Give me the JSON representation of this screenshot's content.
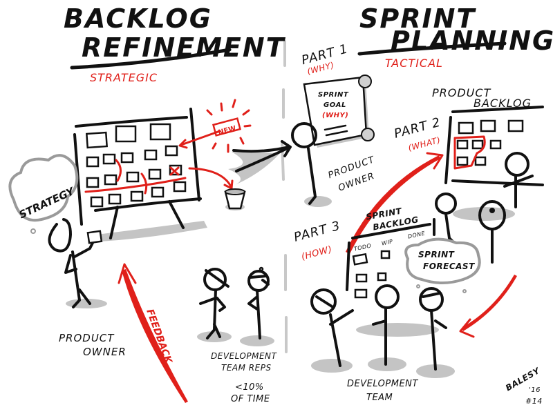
{
  "left": {
    "title_line1": "BACKLOG",
    "title_line2": "REFINEMENT",
    "subtitle": "STRATEGIC",
    "new_tag": "NEW",
    "strategy_cloud": "STRATEGY",
    "product_owner_line1": "PRODUCT",
    "product_owner_line2": "OWNER",
    "feedback_label": "FEEDBACK"
  },
  "middle": {
    "dev_reps_line1": "DEVELOPMENT",
    "dev_reps_line2": "TEAM REPS",
    "time_line1": "<10%",
    "time_line2": "OF TIME"
  },
  "right": {
    "title_line1": "SPRINT",
    "title_line2": "PLANNING",
    "subtitle": "TACTICAL",
    "part1": {
      "label": "PART 1",
      "sub": "(WHY)"
    },
    "part2": {
      "label": "PART 2",
      "sub": "(WHAT)"
    },
    "part3": {
      "label": "PART 3",
      "sub": "(HOW)"
    },
    "scroll_line1": "SPRINT",
    "scroll_line2": "GOAL",
    "scroll_line3": "(WHY)",
    "product_owner_line1": "PRODUCT",
    "product_owner_line2": "OWNER",
    "product_backlog_line1": "PRODUCT",
    "product_backlog_line2": "BACKLOG",
    "sprint_backlog_line1": "SPRINT",
    "sprint_backlog_line2": "BACKLOG",
    "columns": [
      "TODO",
      "WIP",
      "DONE"
    ],
    "forecast_line1": "SPRINT",
    "forecast_line2": "FORECAST",
    "dev_team_line1": "DEVELOPMENT",
    "dev_team_line2": "TEAM"
  },
  "signature": {
    "name": "BALESY",
    "year": "'16",
    "number": "#14"
  },
  "colors": {
    "ink": "#111111",
    "accent": "#e0201a",
    "shadow": "#c4c4c4"
  }
}
